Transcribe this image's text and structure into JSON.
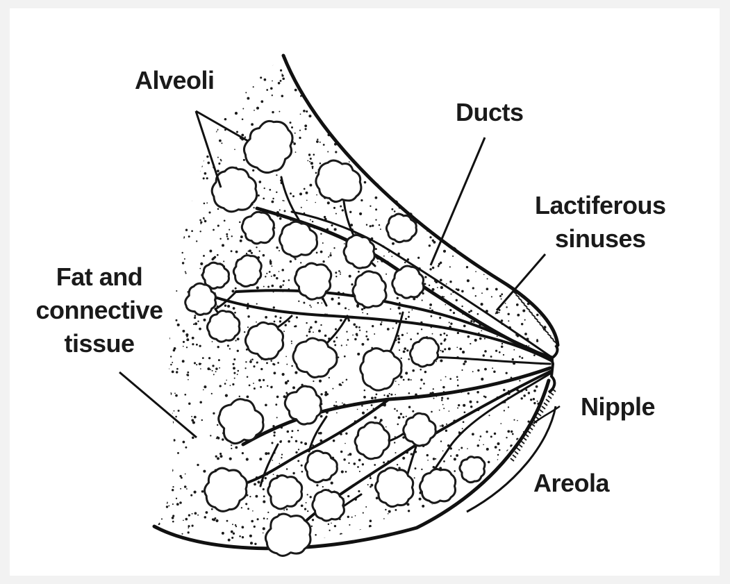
{
  "labels": {
    "alveoli": "Alveoli",
    "ducts": "Ducts",
    "lactiferous_sinuses": [
      "Lactiferous",
      "sinuses"
    ],
    "fat_connective_tissue": [
      "Fat and",
      "connective",
      "tissue"
    ],
    "nipple": "Nipple",
    "areola": "Areola"
  },
  "colors": {
    "ink": "#1a1a1a",
    "paper": "#ffffff",
    "border": "#f2f2f2"
  }
}
